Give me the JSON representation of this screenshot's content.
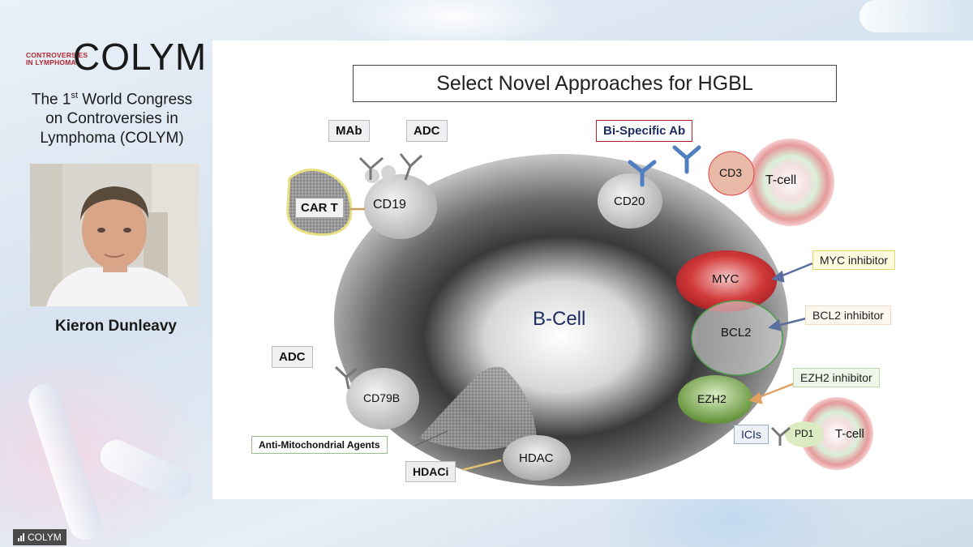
{
  "sidebar": {
    "logo_small_line1": "CONTROVERSIES",
    "logo_small_line2": "IN LYMPHOMA",
    "logo_big": "COLYM",
    "congress_line1_pre": "The 1",
    "congress_line1_sup": "st",
    "congress_line1_post": " World Congress",
    "congress_line2": "on Controversies in",
    "congress_line3": "Lymphoma (COLYM)",
    "speaker_name": "Kieron Dunleavy"
  },
  "badge": {
    "label": "COLYM"
  },
  "slide": {
    "title": "Select Novel Approaches for HGBL",
    "center_label": "B-Cell",
    "labels": {
      "mab": "MAb",
      "adc_top": "ADC",
      "car_t": "CAR T",
      "cd19": "CD19",
      "bispecific": "Bi-Specific Ab",
      "cd20": "CD20",
      "cd3": "CD3",
      "tcell_top": "T-cell",
      "myc": "MYC",
      "myc_inhibitor": "MYC inhibitor",
      "bcl2": "BCL2",
      "bcl2_inhibitor": "BCL2 inhibitor",
      "ezh2": "EZH2",
      "ezh2_inhibitor": "EZH2 inhibitor",
      "icis": "ICIs",
      "pd1": "PD1",
      "tcell_bottom": "T-cell",
      "adc_bottom": "ADC",
      "cd79b": "CD79B",
      "anti_mito": "Anti-Mitochondrial Agents",
      "hdaci": "HDACi",
      "hdac": "HDAC"
    }
  },
  "colors": {
    "myc_red": "#c8262c",
    "ezh2_green": "#6a9a3a",
    "bcl2_outline": "#4c9a4c",
    "bispecific_blue": "#3f6fb0",
    "title_red": "#b3252f"
  }
}
